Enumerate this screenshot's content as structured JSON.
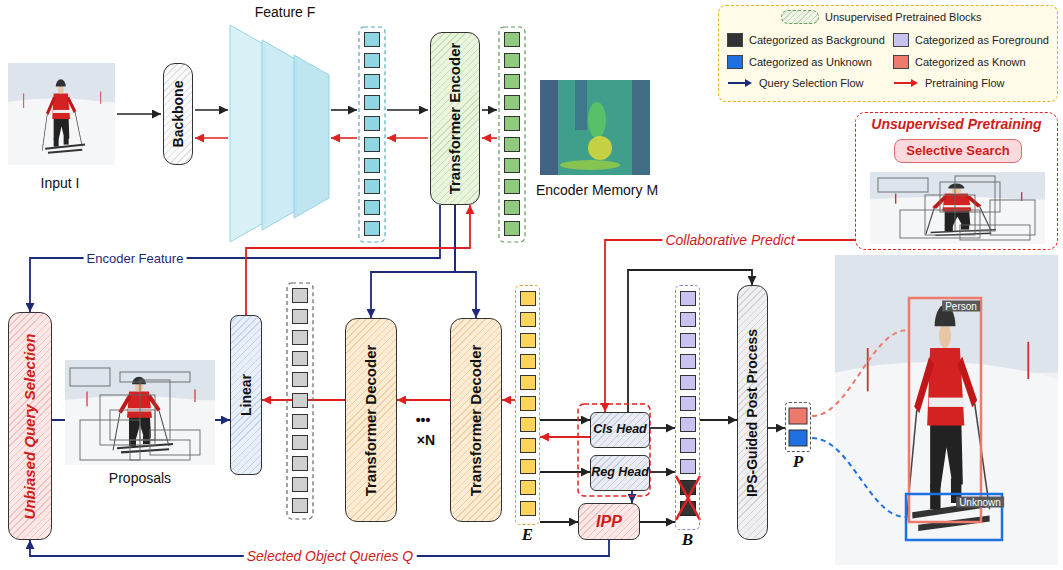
{
  "diagram": {
    "nodes": [
      {
        "text": [
          "Backbone"
        ]
      },
      {
        "text": [
          "Transformer Encoder"
        ]
      },
      {
        "text": [
          "Unbiased Query Selection"
        ]
      },
      {
        "text": [
          "Linear"
        ]
      },
      {
        "text": [
          "Transformer Decoder"
        ]
      },
      {
        "text": [
          "Transformer Decoder"
        ]
      },
      {
        "text": [
          "E"
        ]
      },
      {
        "text": [
          "Cls Head"
        ]
      },
      {
        "text": [
          "Reg Head"
        ]
      },
      {
        "text": [
          "IPP"
        ]
      },
      {
        "text": [
          "B"
        ]
      },
      {
        "text": [
          "IPS-Guided Post Process"
        ]
      },
      {
        "text": [
          "P"
        ]
      },
      {
        "text": [
          "Unsupervised Pretraining"
        ]
      },
      {
        "text": [
          "Selective Search"
        ],
        "in": 13
      }
    ],
    "edges": [
      {
        "from": 1,
        "to": 2,
        "arrow": "to",
        "label": "Encoder Feature"
      },
      {
        "from": 3,
        "to": 1,
        "arrow": "to"
      },
      {
        "from": 2,
        "to": 3,
        "arrow": "to"
      },
      {
        "from": 1,
        "to": 4,
        "arrow": "to"
      },
      {
        "from": 1,
        "to": 5,
        "arrow": "to"
      },
      {
        "from": 4,
        "to": 3,
        "arrow": "to"
      },
      {
        "from": 5,
        "to": 4,
        "arrow": "to"
      },
      {
        "from": 6,
        "to": 5,
        "arrow": "to"
      },
      {
        "from": 6,
        "to": 7,
        "arrow": "to"
      },
      {
        "from": 7,
        "to": 6,
        "arrow": "to"
      },
      {
        "from": 6,
        "to": 8,
        "arrow": "to"
      },
      {
        "from": 6,
        "to": 9,
        "arrow": "to"
      },
      {
        "from": 7,
        "to": 10,
        "arrow": "to"
      },
      {
        "from": 8,
        "to": 10,
        "arrow": "to"
      },
      {
        "from": 9,
        "to": 10,
        "arrow": "to"
      },
      {
        "from": 7,
        "to": 11,
        "arrow": "to"
      },
      {
        "from": 10,
        "to": 11,
        "arrow": "to"
      },
      {
        "from": 11,
        "to": 12,
        "arrow": "to"
      },
      {
        "from": 8,
        "to": 9,
        "arrow": "to"
      },
      {
        "from": 9,
        "to": 2,
        "arrow": "to",
        "label": "Selected Object Queries Q"
      },
      {
        "from": 13,
        "to": 7,
        "arrow": "to",
        "label": "Collaborative Predict"
      }
    ],
    "labels": [
      "Input I",
      "Feature F",
      "Encoder Memory M",
      "Proposals",
      "•••",
      "×N",
      "Person",
      "Unknown"
    ],
    "legend": [
      {
        "text": "Unsupervised Pretrained Blocks"
      },
      {
        "text": "Categorized as Background",
        "color": "#333333"
      },
      {
        "text": "Categorized as Foreground",
        "color": "#c9c3f2"
      },
      {
        "text": "Categorized as Unknown",
        "color": "#1f70e0"
      },
      {
        "text": "Categorized as Known",
        "color": "#ee7a6c"
      },
      {
        "text": "Query Selection Flow"
      },
      {
        "text": "Pretraining Flow"
      }
    ]
  }
}
